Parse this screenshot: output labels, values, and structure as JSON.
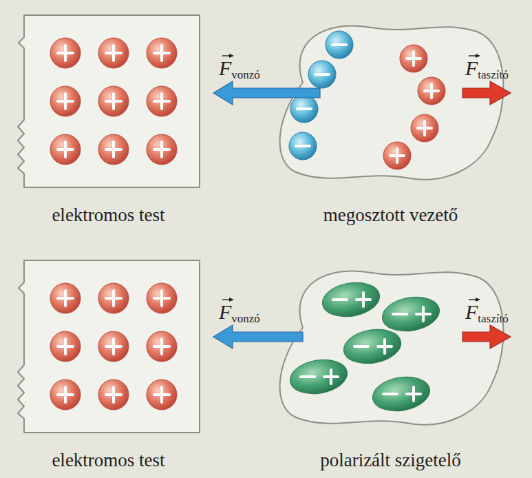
{
  "diagram": {
    "nodes": [
      {
        "text": [
          "elektromos test"
        ]
      },
      {
        "text": [
          "megosztott vezető"
        ]
      },
      {
        "text": [
          "elektromos test"
        ]
      },
      {
        "text": [
          "polarizált szigetelő"
        ]
      }
    ],
    "labels": [
      "F",
      "vonzó",
      "F",
      "taszító",
      "F",
      "vonzó",
      "F",
      "taszító"
    ]
  }
}
